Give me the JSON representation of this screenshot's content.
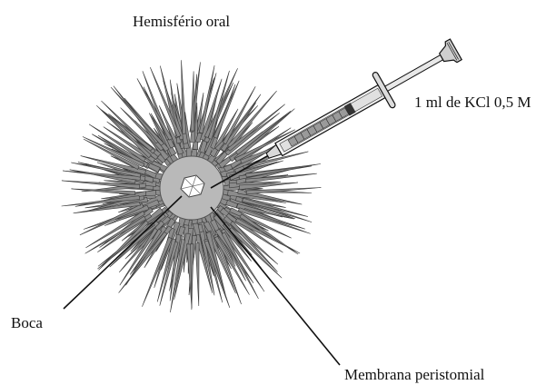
{
  "labels": {
    "title": "Hemisfério oral",
    "dose": "1 ml de KCl 0,5 M",
    "mouth": "Boca",
    "membrane": "Membrana peristomial"
  },
  "colors": {
    "spine_fill": "#8c8c8c",
    "spine_stroke": "#3a3a3a",
    "membrane": "#b9b9b9",
    "mouth": "#ffffff",
    "line": "#111111"
  }
}
